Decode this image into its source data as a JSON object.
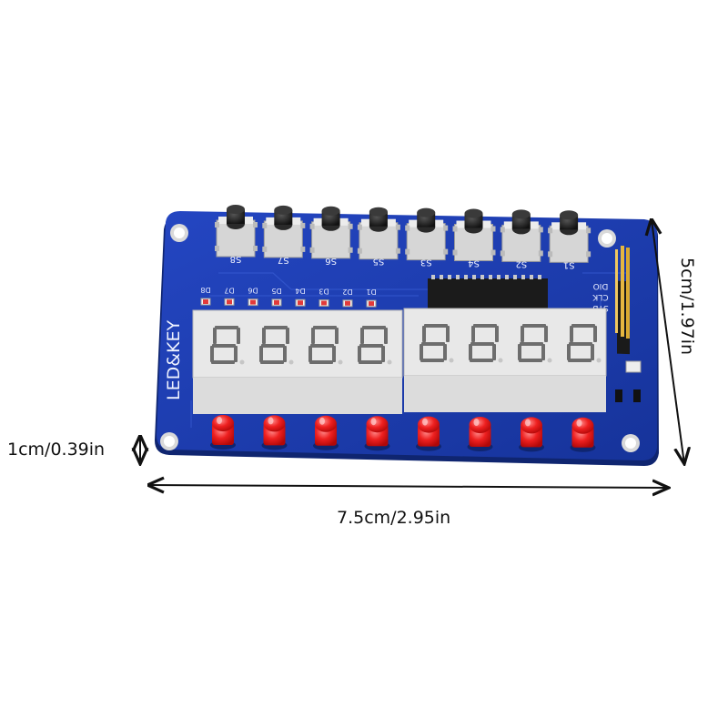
{
  "board": {
    "label": "LED&KEY",
    "buttons": [
      "S8",
      "S7",
      "S6",
      "S5",
      "S3",
      "S4",
      "S2",
      "S1"
    ],
    "status_leds": [
      "D8",
      "D7",
      "D6",
      "D5",
      "D4",
      "D3",
      "D2",
      "D1"
    ],
    "header_pins": [
      "DIO",
      "CLK",
      "STB"
    ],
    "digit_count": 8,
    "led_count": 8,
    "colors": {
      "pcb": "#1c3fb0",
      "display": "#e9e9e9",
      "led": "#e81414",
      "pins": "#e6b640"
    }
  },
  "dimensions": {
    "width": "7.5cm/2.95in",
    "height": "5cm/1.97in",
    "thickness": "1cm/0.39in"
  }
}
